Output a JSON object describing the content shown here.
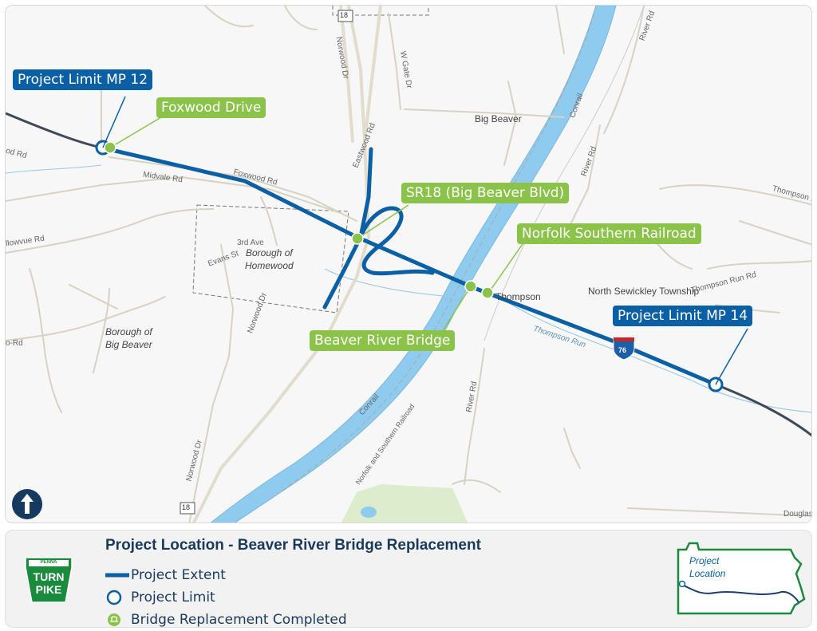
{
  "map": {
    "title": "Project Location - Beaver River Bridge Replacement",
    "project_limits": {
      "west": "Project Limit MP 12",
      "east": "Project Limit MP 14"
    },
    "bridges": {
      "foxwood": "Foxwood Drive",
      "sr18": "SR18 (Big Beaver Blvd)",
      "norfolk": "Norfolk Southern Railroad",
      "beaver_river": "Beaver River Bridge"
    },
    "places": {
      "big_beaver": "Big Beaver",
      "thompson": "Thompson",
      "north_sewickley": "North Sewickley Township",
      "homewood": "Borough of\nHomewood",
      "homewood_line1": "Borough of",
      "homewood_line2": "Homewood",
      "borough_big_beaver_line1": "Borough of",
      "borough_big_beaver_line2": "Big Beaver"
    },
    "roads": {
      "foxwood_rd": "Foxwood Rd",
      "midvale_rd": "Midvale Rd",
      "eastwood_rd": "Eastwood Rd",
      "norwood_dr": "Norwood Dr",
      "w_gate_dr": "W Gate Dr",
      "river_rd_1": "River Rd",
      "river_rd_2": "River Rd",
      "river_rd_3": "River Rd",
      "thompson_rd": "Thompson Rd",
      "thompson_run_rd": "Thompson Run Rd",
      "thompson_run": "Thompson Run",
      "conrail_1": "Conrail",
      "conrail_2": "Conrail",
      "norfolk_sr": "Norfolk and Southern Railroad",
      "third_ave": "3rd Ave",
      "evans_st": "Evans St",
      "douglas": "Douglas",
      "rd_left": "o-Rd",
      "lowvue_rd": "llowvue Rd",
      "od_rd": "od Rd",
      "route18_top": "18",
      "route18_bottom": "18",
      "interstate": "76"
    }
  },
  "legend": {
    "extent": "Project Extent",
    "limit": "Project Limit",
    "bridge": "Bridge Replacement Completed",
    "logo_top": "PENNA",
    "logo_line1": "TURN",
    "logo_line2": "PIKE",
    "inset_line1": "Project",
    "inset_line2": "Location"
  },
  "colors": {
    "project_blue": "#0b5fa5",
    "bridge_green": "#8bc34a",
    "river": "#8fcbee",
    "road": "#e0d8c8"
  }
}
